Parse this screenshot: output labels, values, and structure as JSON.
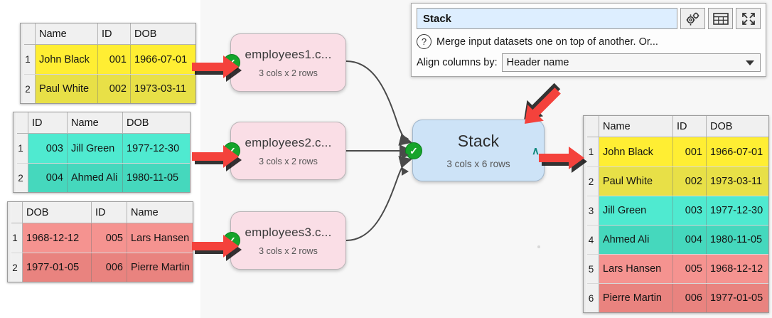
{
  "app": {
    "canvas_bg": "#f7f7f7",
    "accent_red": "#f4423c",
    "node_pink": "#fadee6",
    "node_blue": "#cde3f7",
    "check_green": "#16a42b"
  },
  "input_tables": [
    {
      "name": "employees1",
      "columns": [
        "Name",
        "ID",
        "DOB"
      ],
      "align": [
        "left",
        "right",
        "left"
      ],
      "widths": [
        88,
        46,
        92
      ],
      "row_labels": [
        "1",
        "2"
      ],
      "rows": [
        [
          "John Black",
          "001",
          "1966-07-01"
        ],
        [
          "Paul White",
          "002",
          "1973-03-11"
        ]
      ],
      "fills": [
        "#ffee33",
        "#e8e047"
      ]
    },
    {
      "name": "employees2",
      "columns": [
        "ID",
        "Name",
        "DOB"
      ],
      "align": [
        "right",
        "left",
        "left"
      ],
      "widths": [
        55,
        78,
        96
      ],
      "row_labels": [
        "1",
        "2"
      ],
      "rows": [
        [
          "003",
          "Jill Green",
          "1977-12-30"
        ],
        [
          "004",
          "Ahmed Ali",
          "1980-11-05"
        ]
      ],
      "fills": [
        "#4fead0",
        "#45d8bd"
      ]
    },
    {
      "name": "employees3",
      "columns": [
        "DOB",
        "ID",
        "Name"
      ],
      "align": [
        "left",
        "right",
        "left"
      ],
      "widths": [
        97,
        50,
        100
      ],
      "row_labels": [
        "1",
        "2"
      ],
      "rows": [
        [
          "1968-12-12",
          "005",
          "Lars Hansen"
        ],
        [
          "1977-01-05",
          "006",
          "Pierre Martin"
        ]
      ],
      "fills": [
        "#f59390",
        "#e9837f"
      ]
    }
  ],
  "output_table": {
    "columns": [
      "Name",
      "ID",
      "DOB"
    ],
    "align": [
      "left",
      "right",
      "left"
    ],
    "widths": [
      104,
      47,
      92
    ],
    "row_labels": [
      "1",
      "2",
      "3",
      "4",
      "5",
      "6"
    ],
    "rows": [
      [
        "John Black",
        "001",
        "1966-07-01"
      ],
      [
        "Paul White",
        "002",
        "1973-03-11"
      ],
      [
        "Jill Green",
        "003",
        "1977-12-30"
      ],
      [
        "Ahmed Ali",
        "004",
        "1980-11-05"
      ],
      [
        "Lars Hansen",
        "005",
        "1968-12-12"
      ],
      [
        "Pierre Martin",
        "006",
        "1977-01-05"
      ]
    ],
    "fills": [
      "#ffee33",
      "#e8e047",
      "#4fead0",
      "#45d8bd",
      "#f59390",
      "#e9837f"
    ]
  },
  "nodes": [
    {
      "id": "employees1",
      "title": "employees1.c...",
      "subtitle": "3 cols x 2 rows",
      "status": "ok"
    },
    {
      "id": "employees2",
      "title": "employees2.c...",
      "subtitle": "3 cols x 2 rows",
      "status": "ok"
    },
    {
      "id": "employees3",
      "title": "employees3.c...",
      "subtitle": "3 cols x 2 rows",
      "status": "ok"
    },
    {
      "id": "stack",
      "title": "Stack",
      "subtitle": "3 cols x 6 rows",
      "status": "ok",
      "output_marker": "∧"
    }
  ],
  "panel": {
    "item_name": "Stack",
    "description": "Merge input datasets one on top of another. Or...",
    "help_glyph": "?",
    "align_label": "Align columns by:",
    "align_value": "Header name",
    "buttons": [
      {
        "name": "settings-gears-icon"
      },
      {
        "name": "table-view-icon"
      },
      {
        "name": "expand-icon"
      }
    ]
  },
  "annotations": [
    {
      "name": "arrow-to-employees1",
      "direction": "right"
    },
    {
      "name": "arrow-to-employees2",
      "direction": "right"
    },
    {
      "name": "arrow-to-employees3",
      "direction": "right"
    },
    {
      "name": "arrow-to-stack-node",
      "direction": "down-left"
    },
    {
      "name": "arrow-to-output-table",
      "direction": "right"
    }
  ]
}
